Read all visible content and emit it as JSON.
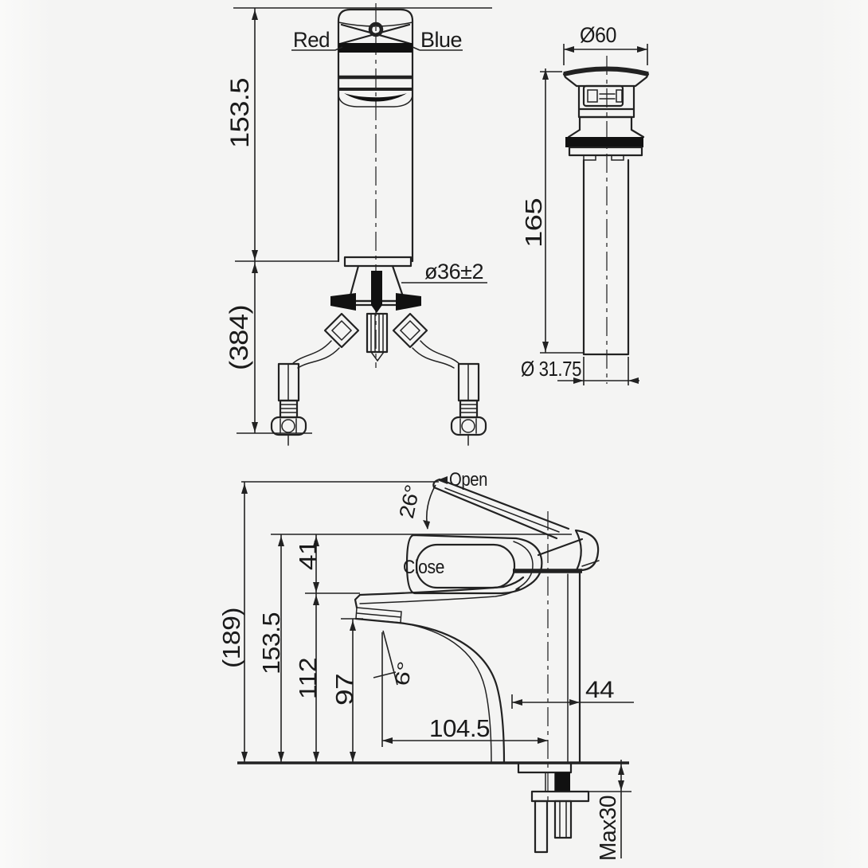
{
  "title": "faucet-dimension-drawing",
  "colors": {
    "paper": "#f4f4f3",
    "line": "#222222",
    "fill": "#111111"
  },
  "front_view": {
    "red_label": "Red",
    "blue_label": "Blue",
    "body_height": "153.5",
    "hose_extension": "(384)",
    "hole_diameter": "ø36±2"
  },
  "drain_view": {
    "top_diameter": "Ø60",
    "height": "165",
    "pipe_diameter": "Ø 31.75"
  },
  "side_view": {
    "open_label": "Open",
    "open_angle": "26°",
    "close_label": "Close",
    "overall_height": "(189)",
    "height_to_handle": "153.5",
    "handle_thickness": "41",
    "body_height": "112",
    "spout_height": "97",
    "spout_angle": "6°",
    "body_depth": "44",
    "spout_reach": "104.5",
    "deck_thickness_max": "Max30"
  }
}
